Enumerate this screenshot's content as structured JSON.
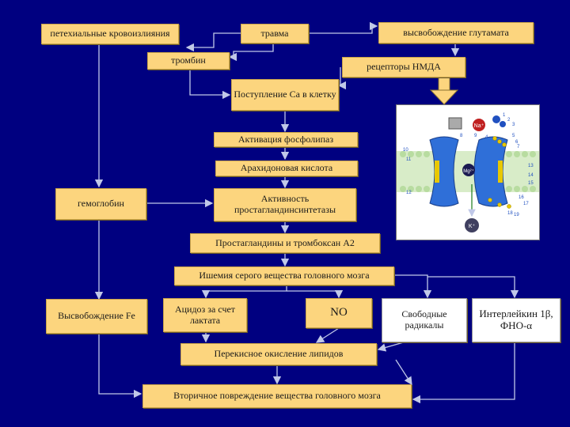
{
  "boxes": {
    "hemorrhage": "петехиальные кровоизлияния",
    "trauma": "травма",
    "glutamate_release": "высвобождение глутамата",
    "thrombin": "тромбин",
    "nmda_receptors": "рецепторы НМДА",
    "ca_entry": "Поступление Са в клетку",
    "phospholipase": "Активация фосфолипаз",
    "arachidonic": "Арахидоновая кислота",
    "hemoglobin": "гемоглобин",
    "prostaglandin_synthase": "Активность простагландинсинтетазы",
    "prostaglandins": "Простагландины и тромбоксан А2",
    "ischemia": "Ишемия серого вещества головного мозга",
    "fe_release": "Высвобождение Fe",
    "acidosis": "Ацидоз за счет лактата",
    "no": "NO",
    "free_radicals": "Свободные радикалы",
    "interleukin": "Интерлейкин 1β, ФНО-α",
    "lipid_peroxidation": "Перекисное окисление липидов",
    "secondary_damage": "Вторичное повреждение вещества головного мозга"
  },
  "receptor_figure": {
    "ions": [
      "Na⁺",
      "Mg²⁺",
      "K⁺"
    ],
    "numbers": [
      "1",
      "2",
      "3",
      "4",
      "5",
      "6",
      "7",
      "8",
      "9",
      "10",
      "11",
      "12",
      "13",
      "14",
      "15",
      "16",
      "17",
      "18",
      "19"
    ]
  },
  "colors": {
    "background": "#000080",
    "box_fill": "#fcd57e",
    "connector": "#c0c8e8",
    "arrow": "#fcd57e",
    "receptor": "#2f6fd8"
  }
}
